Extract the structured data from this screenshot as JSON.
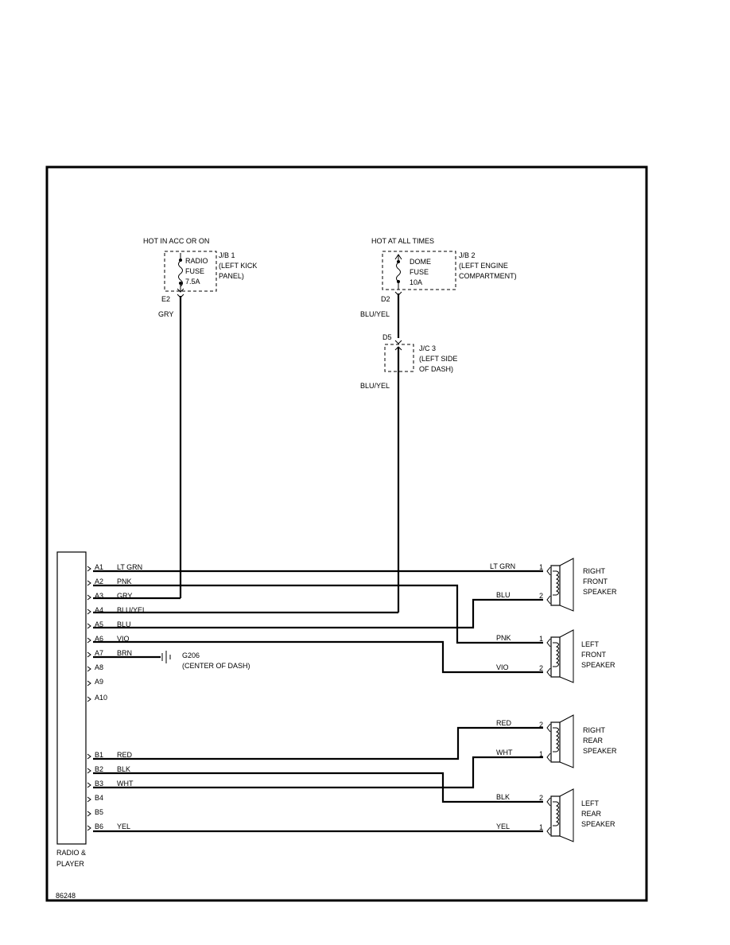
{
  "power": {
    "left": {
      "header": "HOT IN ACC OR ON",
      "jb_label": [
        "J/B 1",
        "(LEFT KICK",
        "PANEL)"
      ],
      "fuse_label": [
        "RADIO",
        "FUSE",
        "7.5A"
      ],
      "terminal": "E2",
      "wire": "GRY"
    },
    "right": {
      "header": "HOT AT ALL TIMES",
      "jb_label": [
        "J/B 2",
        "(LEFT ENGINE",
        "COMPARTMENT)"
      ],
      "fuse_label": [
        "DOME",
        "FUSE",
        "10A"
      ],
      "terminal": "D2",
      "wire": "BLU/YEL"
    },
    "jc": {
      "terminal": "D5",
      "label": [
        "J/C 3",
        "(LEFT SIDE",
        "OF DASH)"
      ],
      "wire": "BLU/YEL"
    }
  },
  "radio": {
    "label": [
      "RADIO &",
      "PLAYER"
    ],
    "pins_a": [
      {
        "pin": "A1",
        "wire": "LT GRN"
      },
      {
        "pin": "A2",
        "wire": "PNK"
      },
      {
        "pin": "A3",
        "wire": "GRY"
      },
      {
        "pin": "A4",
        "wire": "BLU/YEL"
      },
      {
        "pin": "A5",
        "wire": "BLU"
      },
      {
        "pin": "A6",
        "wire": "VIO"
      },
      {
        "pin": "A7",
        "wire": "BRN"
      },
      {
        "pin": "A8",
        "wire": ""
      },
      {
        "pin": "A9",
        "wire": ""
      },
      {
        "pin": "A10",
        "wire": ""
      }
    ],
    "pins_b": [
      {
        "pin": "B1",
        "wire": "RED"
      },
      {
        "pin": "B2",
        "wire": "BLK"
      },
      {
        "pin": "B3",
        "wire": "WHT"
      },
      {
        "pin": "B4",
        "wire": ""
      },
      {
        "pin": "B5",
        "wire": ""
      },
      {
        "pin": "B6",
        "wire": "YEL"
      }
    ]
  },
  "ground": {
    "label": [
      "G206",
      "(CENTER OF DASH)"
    ]
  },
  "speakers": [
    {
      "label": [
        "RIGHT",
        "FRONT",
        "SPEAKER"
      ],
      "pins": [
        {
          "num": "1",
          "wire": "LT GRN"
        },
        {
          "num": "2",
          "wire": "BLU"
        }
      ]
    },
    {
      "label": [
        "LEFT",
        "FRONT",
        "SPEAKER"
      ],
      "pins": [
        {
          "num": "1",
          "wire": "PNK"
        },
        {
          "num": "2",
          "wire": "VIO"
        }
      ]
    },
    {
      "label": [
        "RIGHT",
        "REAR",
        "SPEAKER"
      ],
      "pins": [
        {
          "num": "2",
          "wire": "RED"
        },
        {
          "num": "1",
          "wire": "WHT"
        }
      ]
    },
    {
      "label": [
        "LEFT",
        "REAR",
        "SPEAKER"
      ],
      "pins": [
        {
          "num": "2",
          "wire": "BLK"
        },
        {
          "num": "1",
          "wire": "YEL"
        }
      ]
    }
  ],
  "figure_number": "86248"
}
